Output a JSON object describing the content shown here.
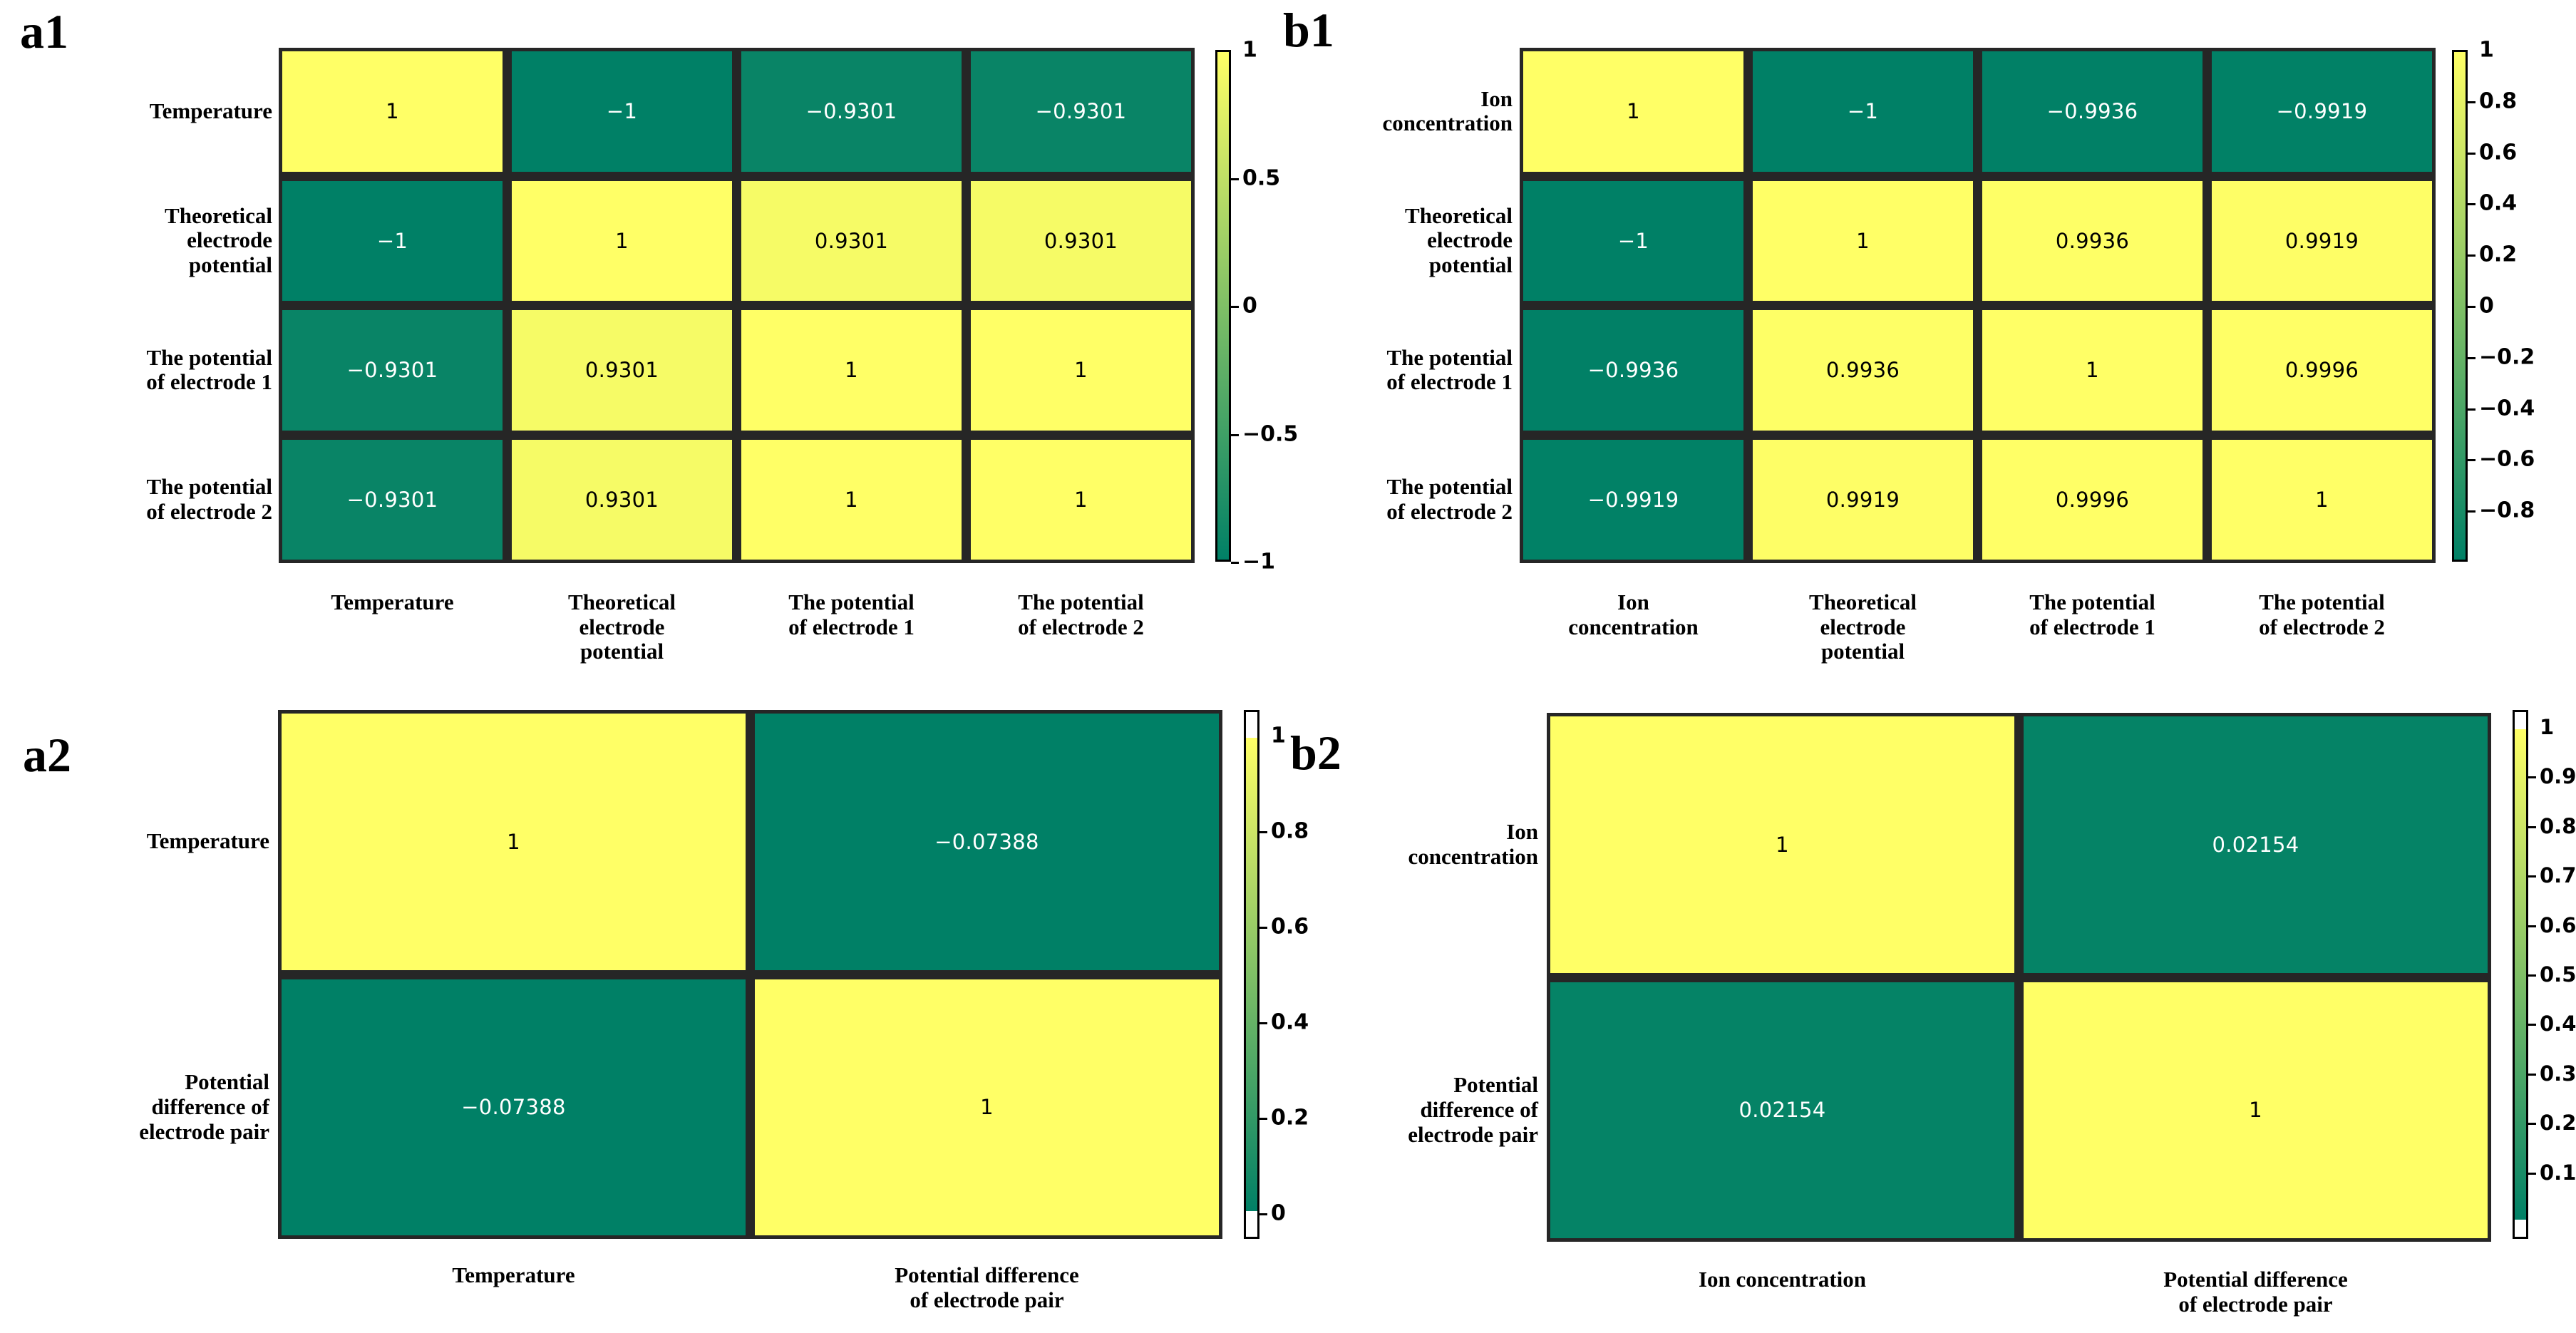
{
  "figure": {
    "kind": "correlation-heatmap-figure",
    "panels": [
      "a1",
      "b1",
      "a2",
      "b2"
    ],
    "colors": {
      "high": "#FFFF66",
      "low": "#008066",
      "grid_line": "#262626",
      "text_dark": "#000000",
      "text_light": "#FFFFFF",
      "background": "#FFFFFF"
    },
    "colormap": "summer (yellow = 1, teal green = low)"
  },
  "panels": {
    "a1": {
      "tag": "a1",
      "chart_data": {
        "type": "heatmap",
        "title": "a1",
        "xlabel": "",
        "ylabel": "",
        "grid": true,
        "legend_position": "right",
        "colormap": "summer",
        "categories": [
          "Temperature",
          "Theoretical\nelectrode\npotential",
          "The potential\nof electrode 1",
          "The potential\nof electrode 2"
        ],
        "row_labels": [
          "Temperature",
          "Theoretical\nelectrode\npotential",
          "The potential\nof electrode 1",
          "The potential\nof electrode 2"
        ],
        "col_labels": [
          "Temperature",
          "Theoretical\nelectrode\npotential",
          "The potential\nof electrode 1",
          "The potential\nof electrode 2"
        ],
        "values": [
          [
            1,
            -1,
            -0.9301,
            -0.9301
          ],
          [
            -1,
            1,
            0.9301,
            0.9301
          ],
          [
            -0.9301,
            0.9301,
            1,
            1
          ],
          [
            -0.9301,
            0.9301,
            1,
            1
          ]
        ],
        "cell_text": [
          [
            "1",
            "−1",
            "−0.9301",
            "−0.9301"
          ],
          [
            "−1",
            "1",
            "0.9301",
            "0.9301"
          ],
          [
            "−0.9301",
            "0.9301",
            "1",
            "1"
          ],
          [
            "−0.9301",
            "0.9301",
            "1",
            "1"
          ]
        ],
        "zlim": [
          -1,
          1
        ],
        "colorbar_ticks": [
          "1",
          "0.5",
          "0",
          "−0.5",
          "−1"
        ],
        "colorbar_tick_values": [
          1,
          0.5,
          0,
          -0.5,
          -1
        ]
      }
    },
    "b1": {
      "tag": "b1",
      "chart_data": {
        "type": "heatmap",
        "title": "b1",
        "xlabel": "",
        "ylabel": "",
        "grid": true,
        "legend_position": "right",
        "colormap": "summer",
        "categories": [
          "Ion\nconcentration",
          "Theoretical\nelectrode\npotential",
          "The potential\nof electrode 1",
          "The potential\nof electrode 2"
        ],
        "row_labels": [
          "Ion\nconcentration",
          "Theoretical\nelectrode\npotential",
          "The potential\nof electrode 1",
          "The potential\nof electrode 2"
        ],
        "col_labels": [
          "Ion\nconcentration",
          "Theoretical\nelectrode\npotential",
          "The potential\nof electrode 1",
          "The potential\nof electrode 2"
        ],
        "values": [
          [
            1,
            -1,
            -0.9936,
            -0.9919
          ],
          [
            -1,
            1,
            0.9936,
            0.9919
          ],
          [
            -0.9936,
            0.9936,
            1,
            0.9996
          ],
          [
            -0.9919,
            0.9919,
            0.9996,
            1
          ]
        ],
        "cell_text": [
          [
            "1",
            "−1",
            "−0.9936",
            "−0.9919"
          ],
          [
            "−1",
            "1",
            "0.9936",
            "0.9919"
          ],
          [
            "−0.9936",
            "0.9936",
            "1",
            "0.9996"
          ],
          [
            "−0.9919",
            "0.9919",
            "0.9996",
            "1"
          ]
        ],
        "zlim": [
          -1,
          1
        ],
        "colorbar_ticks": [
          "1",
          "0.8",
          "0.6",
          "0.4",
          "0.2",
          "0",
          "−0.2",
          "−0.4",
          "−0.6",
          "−0.8"
        ],
        "colorbar_tick_values": [
          1,
          0.8,
          0.6,
          0.4,
          0.2,
          0,
          -0.2,
          -0.4,
          -0.6,
          -0.8
        ]
      }
    },
    "a2": {
      "tag": "a2",
      "chart_data": {
        "type": "heatmap",
        "title": "a2",
        "xlabel": "",
        "ylabel": "",
        "grid": true,
        "legend_position": "right",
        "colormap": "summer",
        "categories": [
          "Temperature",
          "Potential difference\nof electrode pair"
        ],
        "row_labels": [
          "Temperature",
          "Potential\ndifference of\nelectrode pair"
        ],
        "col_labels": [
          "Temperature",
          "Potential difference\nof electrode pair"
        ],
        "values": [
          [
            1,
            -0.07388
          ],
          [
            -0.07388,
            1
          ]
        ],
        "cell_text": [
          [
            "1",
            "−0.07388"
          ],
          [
            "−0.07388",
            "1"
          ]
        ],
        "zlim": [
          0,
          1
        ],
        "colorbar_ticks": [
          "1",
          "0.8",
          "0.6",
          "0.4",
          "0.2",
          "0"
        ],
        "colorbar_tick_values": [
          1,
          0.8,
          0.6,
          0.4,
          0.2,
          0
        ]
      }
    },
    "b2": {
      "tag": "b2",
      "chart_data": {
        "type": "heatmap",
        "title": "b2",
        "xlabel": "",
        "ylabel": "",
        "grid": true,
        "legend_position": "right",
        "colormap": "summer",
        "categories": [
          "Ion concentration",
          "Potential difference\nof electrode pair"
        ],
        "row_labels": [
          "Ion\nconcentration",
          "Potential\ndifference of\nelectrode pair"
        ],
        "col_labels": [
          "Ion concentration",
          "Potential difference\nof electrode pair"
        ],
        "values": [
          [
            1,
            0.02154
          ],
          [
            0.02154,
            1
          ]
        ],
        "cell_text": [
          [
            "1",
            "0.02154"
          ],
          [
            "0.02154",
            "1"
          ]
        ],
        "zlim": [
          0,
          1
        ],
        "colorbar_ticks": [
          "1",
          "0.9",
          "0.8",
          "0.7",
          "0.6",
          "0.5",
          "0.4",
          "0.3",
          "0.2",
          "0.1"
        ],
        "colorbar_tick_values": [
          1,
          0.9,
          0.8,
          0.7,
          0.6,
          0.5,
          0.4,
          0.3,
          0.2,
          0.1
        ]
      }
    }
  }
}
